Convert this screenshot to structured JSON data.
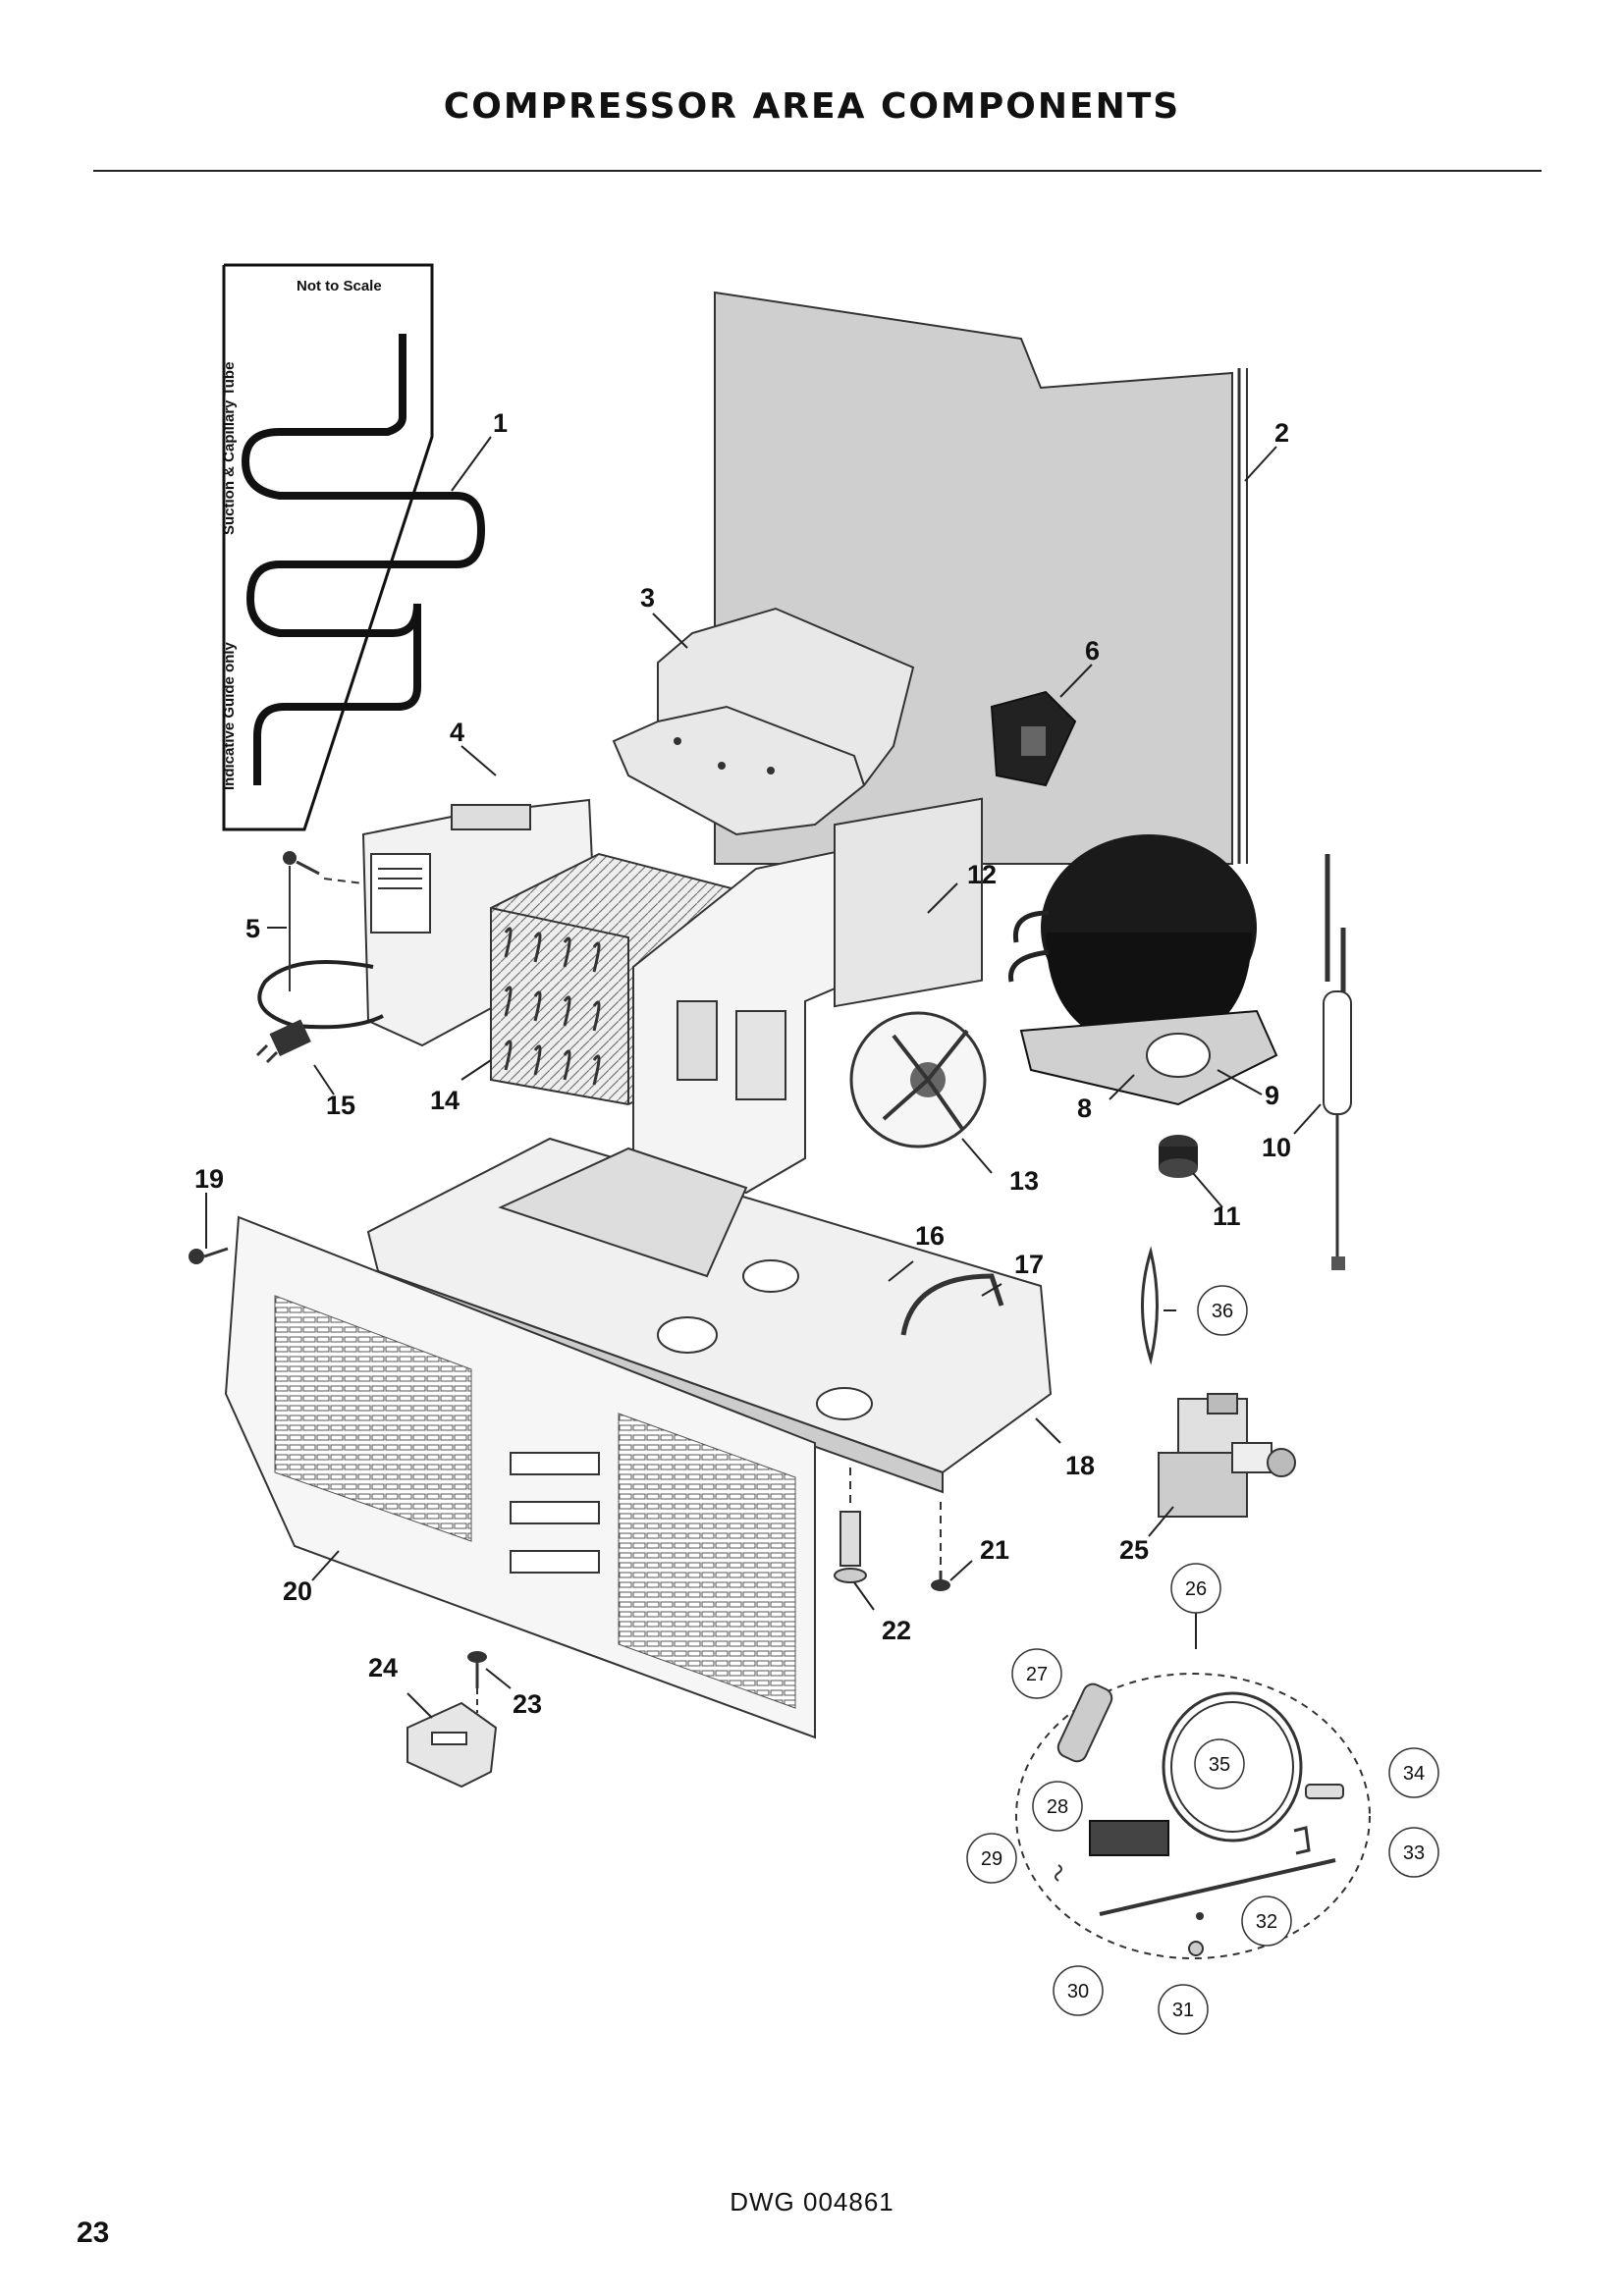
{
  "title": "COMPRESSOR AREA COMPONENTS",
  "inset": {
    "scale_note": "Not to Scale",
    "vertical_text_1": "Suction & Capillary Tube",
    "vertical_text_2": "Indicative Guide only"
  },
  "callouts": {
    "c1": "1",
    "c2": "2",
    "c3": "3",
    "c4": "4",
    "c5": "5",
    "c6": "6",
    "c8": "8",
    "c9": "9",
    "c10": "10",
    "c11": "11",
    "c12": "12",
    "c13": "13",
    "c14": "14",
    "c15": "15",
    "c16": "16",
    "c17": "17",
    "c18": "18",
    "c19": "19",
    "c20": "20",
    "c21": "21",
    "c22": "22",
    "c23": "23",
    "c24": "24",
    "c25": "25"
  },
  "circled_callouts": {
    "c26": "26",
    "c27": "27",
    "c28": "28",
    "c29": "29",
    "c30": "30",
    "c31": "31",
    "c32": "32",
    "c33": "33",
    "c34": "34",
    "c35": "35",
    "c36": "36"
  },
  "drawing_number": "DWG 004861",
  "page_number": "23"
}
